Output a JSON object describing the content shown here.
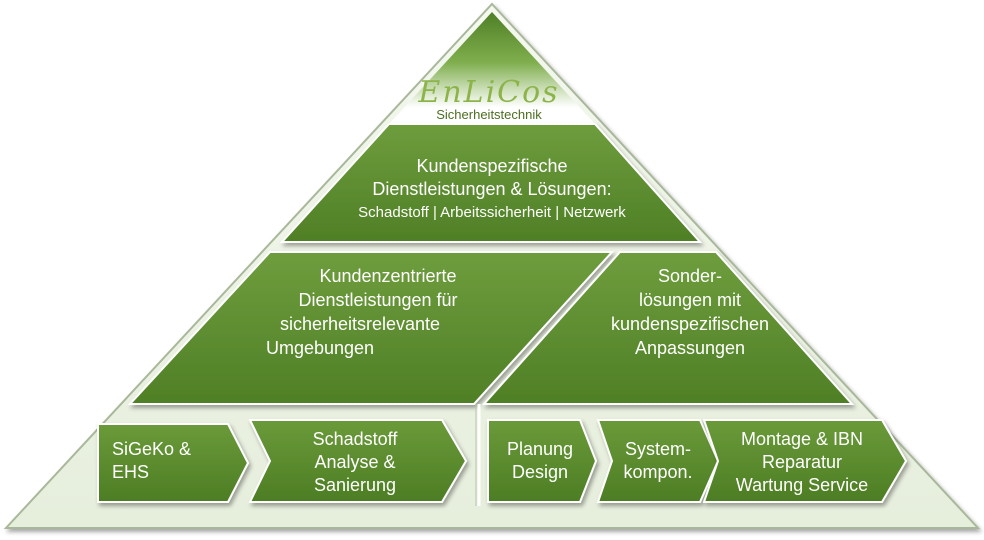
{
  "logo": {
    "wordmark": "EnLiCos",
    "subtitle": "Sicherheitstechnik"
  },
  "top_tier": {
    "line1": "Kundenspezifische",
    "line2": "Dienstleistungen & Lösungen:",
    "line3": "Schadstoff | Arbeitssicherheit | Netzwerk"
  },
  "middle_left": {
    "line1": "Kundenzentrierte",
    "line2": "Dienstleistungen für",
    "line3": "sicherheitsrelevante",
    "line4": "Umgebungen"
  },
  "middle_right": {
    "line1": "Sonder-",
    "line2": "lösungen mit",
    "line3": "kundenspezifischen",
    "line4": "Anpassungen"
  },
  "bottom_left_chevrons": [
    {
      "line1": "SiGeKo &",
      "line2": "EHS"
    },
    {
      "line1": "Schadstoff",
      "line2": "Analyse &",
      "line3": "Sanierung"
    }
  ],
  "bottom_right_chevrons": [
    {
      "line1": "Planung",
      "line2": "Design"
    },
    {
      "line1": "System-",
      "line2": "kompon."
    },
    {
      "line1": "Montage & IBN",
      "line2": "Reparatur",
      "line3": "Wartung Service"
    }
  ],
  "colors": {
    "frame": "#edf3e6",
    "frame_edge": "#a9b89a",
    "tier_green": "#5a8a2c",
    "tier_green_light": "#77a846",
    "tier_green_dark": "#4a7a22",
    "tier_border": "#ffffff"
  }
}
